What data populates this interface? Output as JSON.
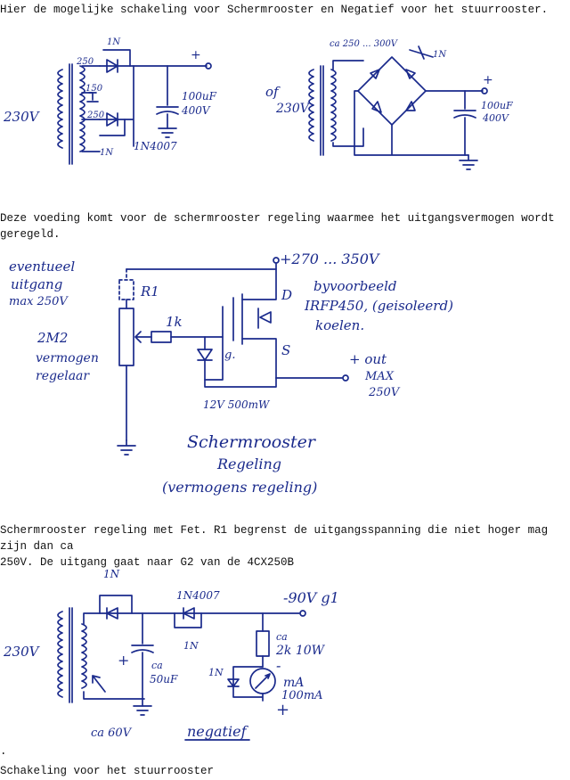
{
  "captions": {
    "c1": "Hier de mogelijke schakeling voor Schermrooster en Negatief voor het stuurrooster.",
    "c2": "Deze voeding komt voor de schermrooster regeling waarmee het uitgangsvermogen wordt\ngeregeld.",
    "c3": "Schermrooster regeling met Fet. R1 begrenst de uitgangsspanning die niet hoger mag zijn dan ca\n250V. De uitgang gaat naar G2 van de 4CX250B",
    "c4": "Schakeling voor het stuurrooster",
    "dot": "."
  },
  "sketch1": {
    "mains": "230V",
    "tap_250": "250",
    "tap_150": "150",
    "tap_250b": "250",
    "diode_top": "1N",
    "diode_bottom": "1N",
    "diode_part": "1N4007",
    "plus": "+",
    "cap": "100uF",
    "volt": "400V"
  },
  "sketch2": {
    "or": "of",
    "mains": "230V",
    "range": "ca 250 ... 300V",
    "diode": "1N",
    "plus": "+",
    "cap": "100uF",
    "volt": "400V"
  },
  "sketch3": {
    "supply": "+270 ... 350V",
    "eventueel": "eventueel",
    "uitgang": "uitgang",
    "max": "max 250V",
    "r1": "R1",
    "pot": "2M2",
    "vermogen": "vermogen",
    "regelaar": "regelaar",
    "r1k": "1k",
    "gate": "g.",
    "drain": "D",
    "source": "S",
    "zener": "12V 500mW",
    "byvoorbeeld": "byvoorbeeld",
    "fet": "IRFP450, (geisoleerd)",
    "koelen": "koelen.",
    "out": "+ out",
    "out_max": "MAX",
    "out_volt": "250V",
    "title1": "Schermrooster",
    "title2": "Regeling",
    "title3": "(vermogens regeling)"
  },
  "sketch4": {
    "mains": "230V",
    "d1": "1N",
    "d2": "1N4007",
    "d3": "1N",
    "out": "-90V g1",
    "res_ca": "ca",
    "res": "2k 10W",
    "plus": "+",
    "cap_ca": "ca",
    "cap": "50uF",
    "diode_meter": "1N",
    "minus": "-",
    "meter": "mA",
    "meter_range": "100mA",
    "meter_plus": "+",
    "tap": "ca 60V",
    "negatief": "negatief"
  }
}
